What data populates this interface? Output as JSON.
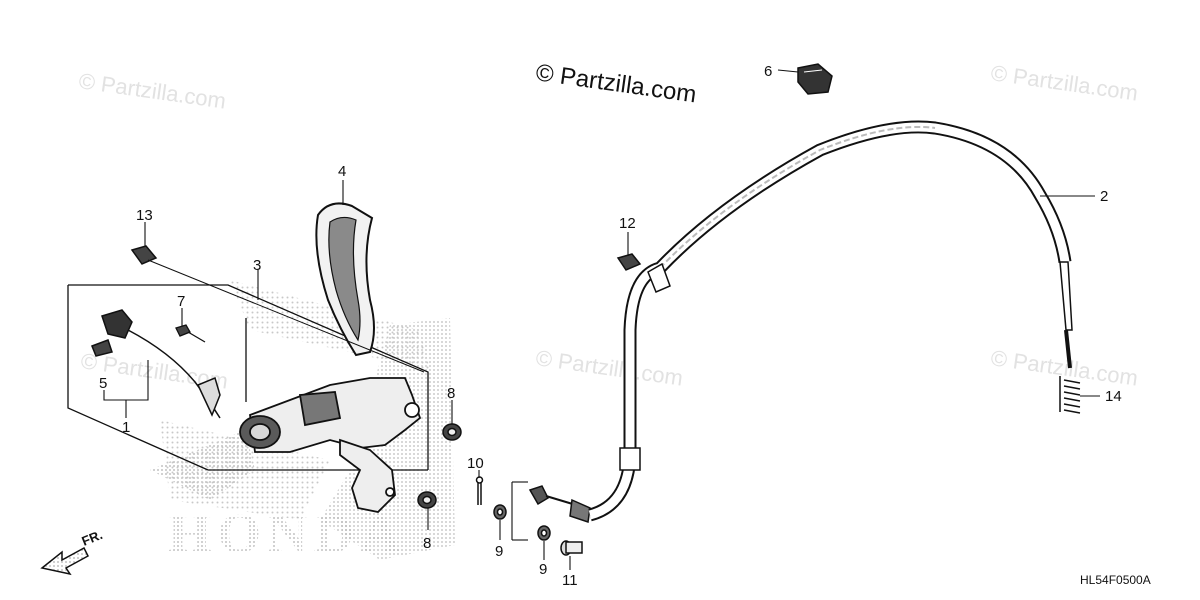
{
  "watermarks": {
    "main": "© Partzilla.com",
    "faint": "© Partzilla.com"
  },
  "brand_text": "HONDA",
  "direction_label": "FR.",
  "diagram_code": "HL54F0500A",
  "callouts": {
    "c1": "1",
    "c2": "2",
    "c3": "3",
    "c4": "4",
    "c5": "5",
    "c6": "6",
    "c7": "7",
    "c8a": "8",
    "c8b": "8",
    "c9a": "9",
    "c9b": "9",
    "c10": "10",
    "c11": "11",
    "c12": "12",
    "c13": "13",
    "c14": "14"
  },
  "colors": {
    "ink": "#111111",
    "watermark": "#e2e2e2",
    "dot_pattern": "#b0b0b0"
  }
}
